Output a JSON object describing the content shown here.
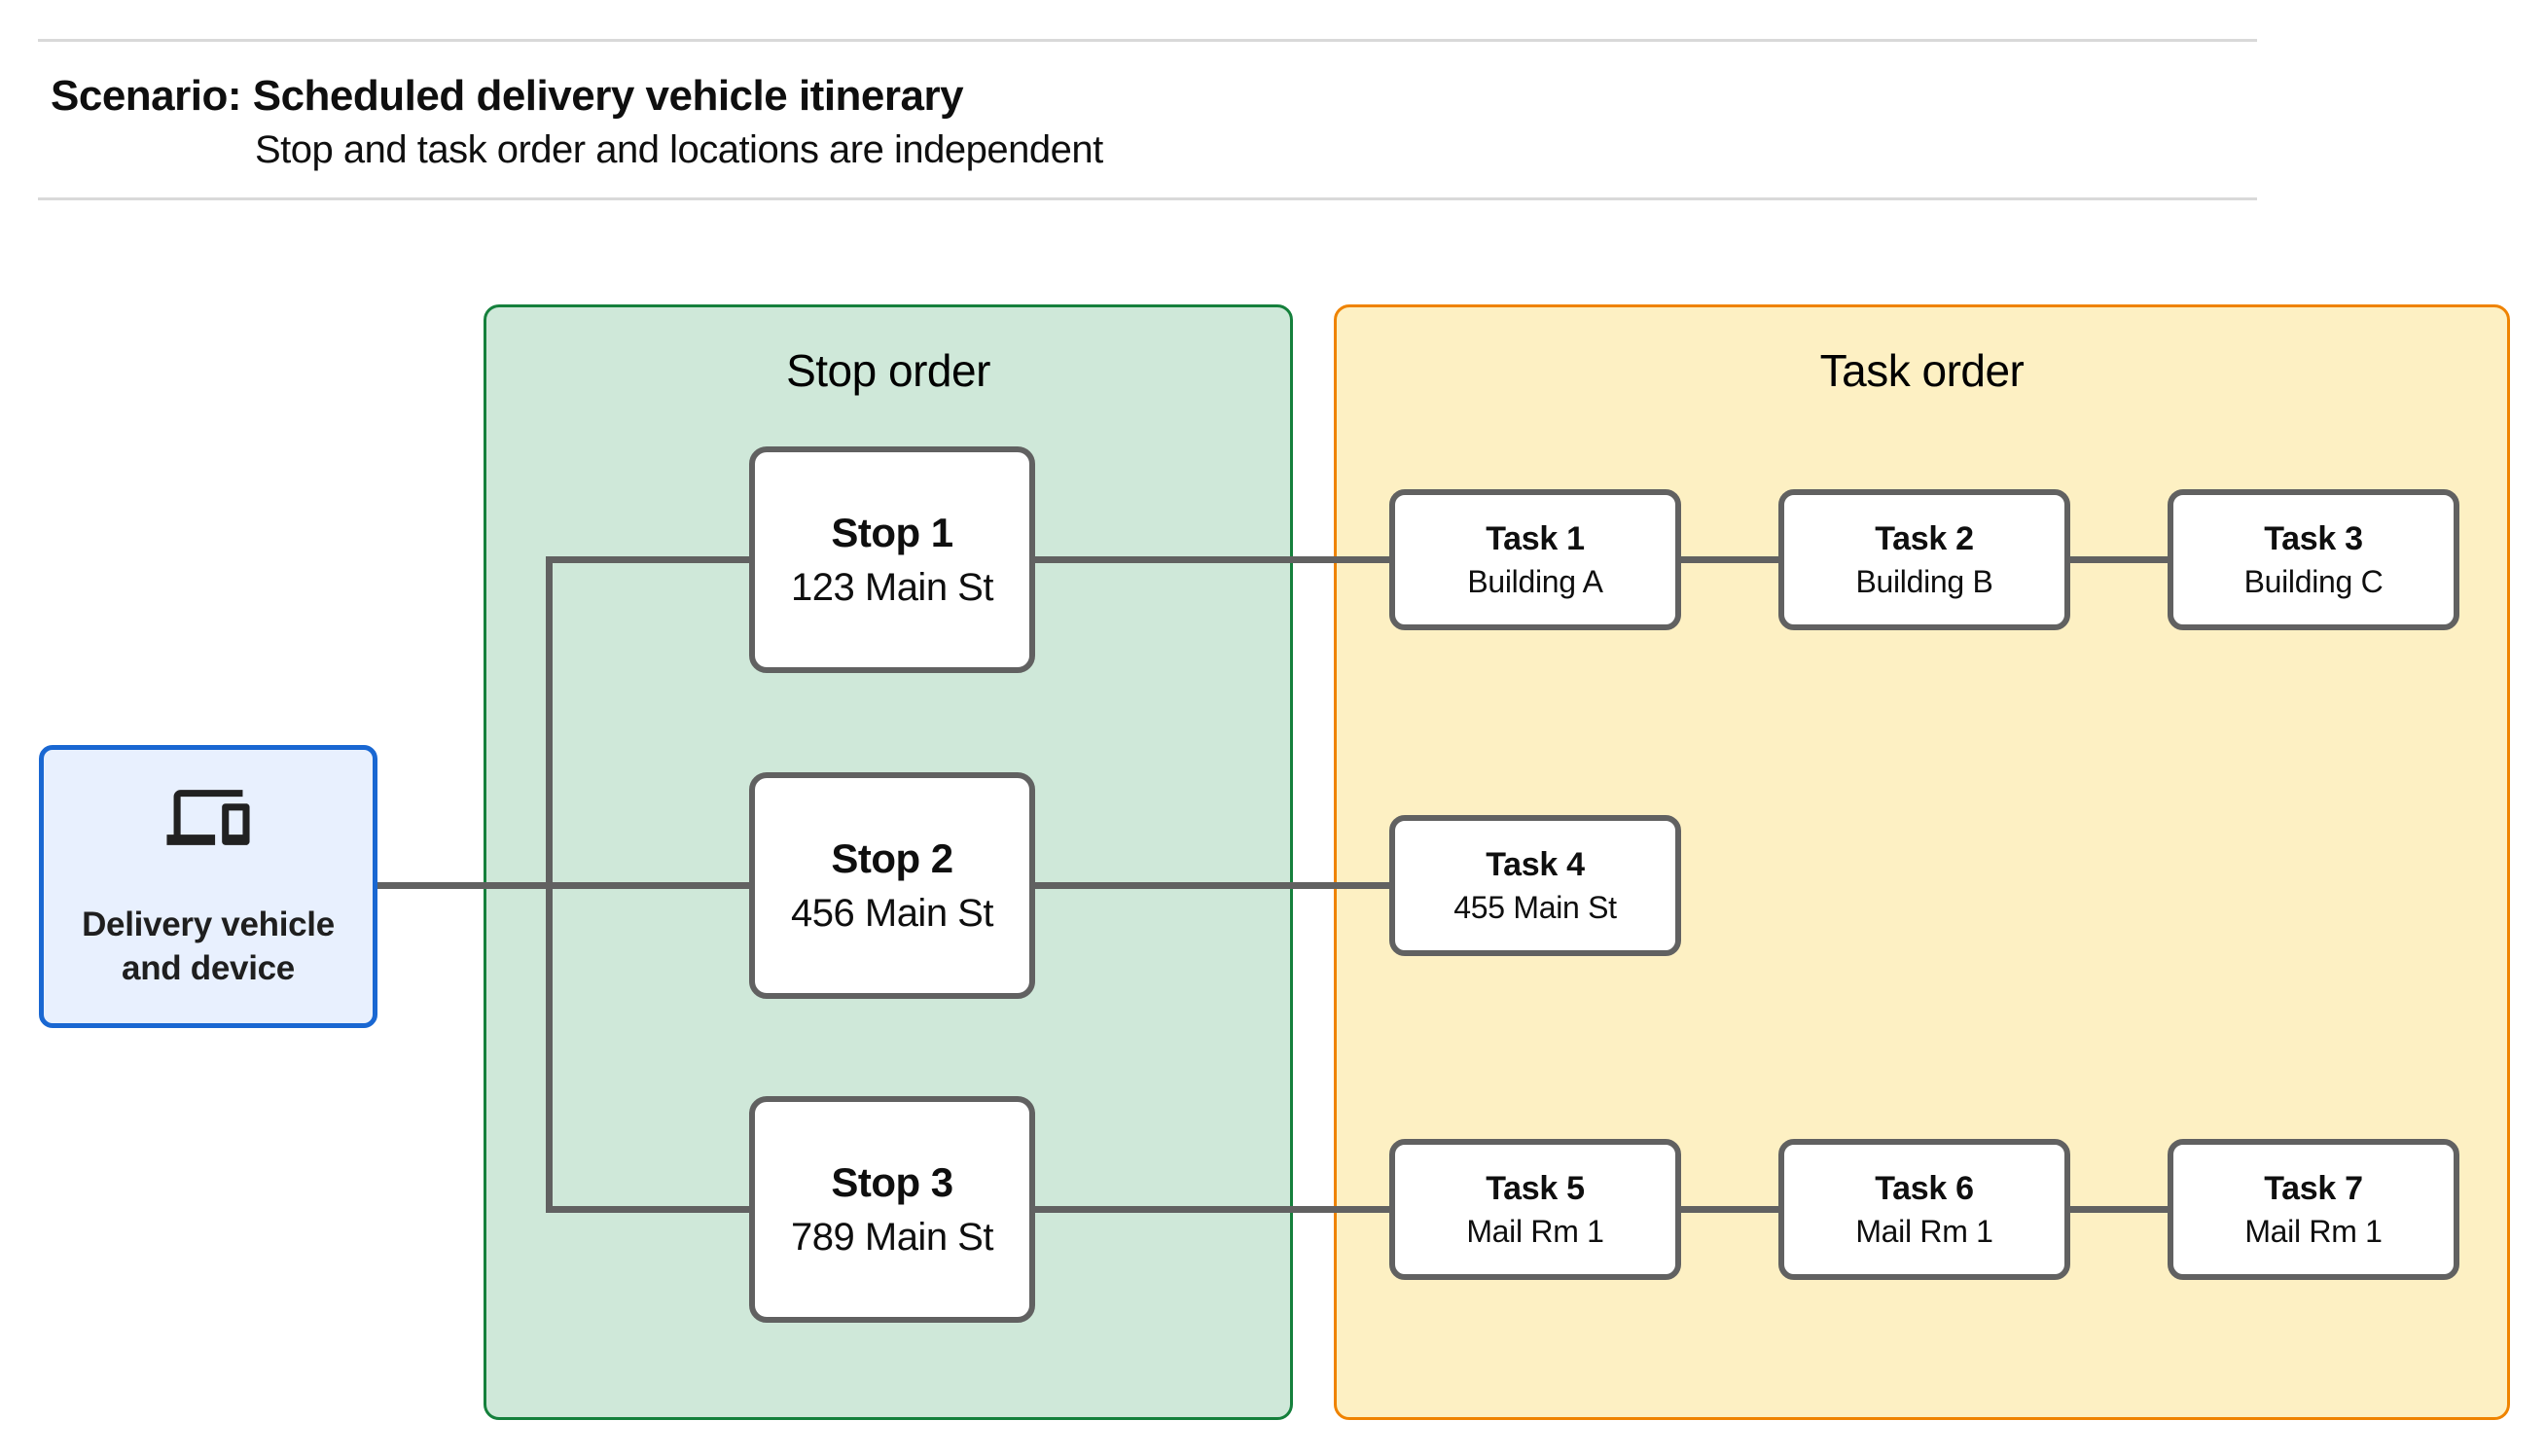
{
  "header": {
    "title": "Scenario: Scheduled delivery vehicle itinerary",
    "subtitle": "Stop and task order and locations are independent"
  },
  "device_node": {
    "label": "Delivery vehicle and device",
    "icon": "devices-icon"
  },
  "panels": {
    "stop": {
      "title": "Stop order"
    },
    "task": {
      "title": "Task order"
    }
  },
  "stops": [
    {
      "name": "Stop 1",
      "location": "123 Main St"
    },
    {
      "name": "Stop 2",
      "location": "456 Main St"
    },
    {
      "name": "Stop 3",
      "location": "789 Main St"
    }
  ],
  "tasks": [
    [
      {
        "name": "Task 1",
        "location": "Building A"
      },
      {
        "name": "Task 2",
        "location": "Building B"
      },
      {
        "name": "Task 3",
        "location": "Building C"
      }
    ],
    [
      {
        "name": "Task 4",
        "location": "455 Main St"
      }
    ],
    [
      {
        "name": "Task 5",
        "location": "Mail Rm 1"
      },
      {
        "name": "Task 6",
        "location": "Mail Rm 1"
      },
      {
        "name": "Task 7",
        "location": "Mail Rm 1"
      }
    ]
  ],
  "colors": {
    "stop_panel_fill": "#cfe8d9",
    "stop_panel_border": "#15803c",
    "task_panel_fill": "#fdf0c3",
    "task_panel_border": "#ef8300",
    "device_fill": "#e8f0fe",
    "device_border": "#1967d2",
    "node_border": "#616161",
    "connector": "#616161",
    "divider": "#d9d9d9"
  }
}
